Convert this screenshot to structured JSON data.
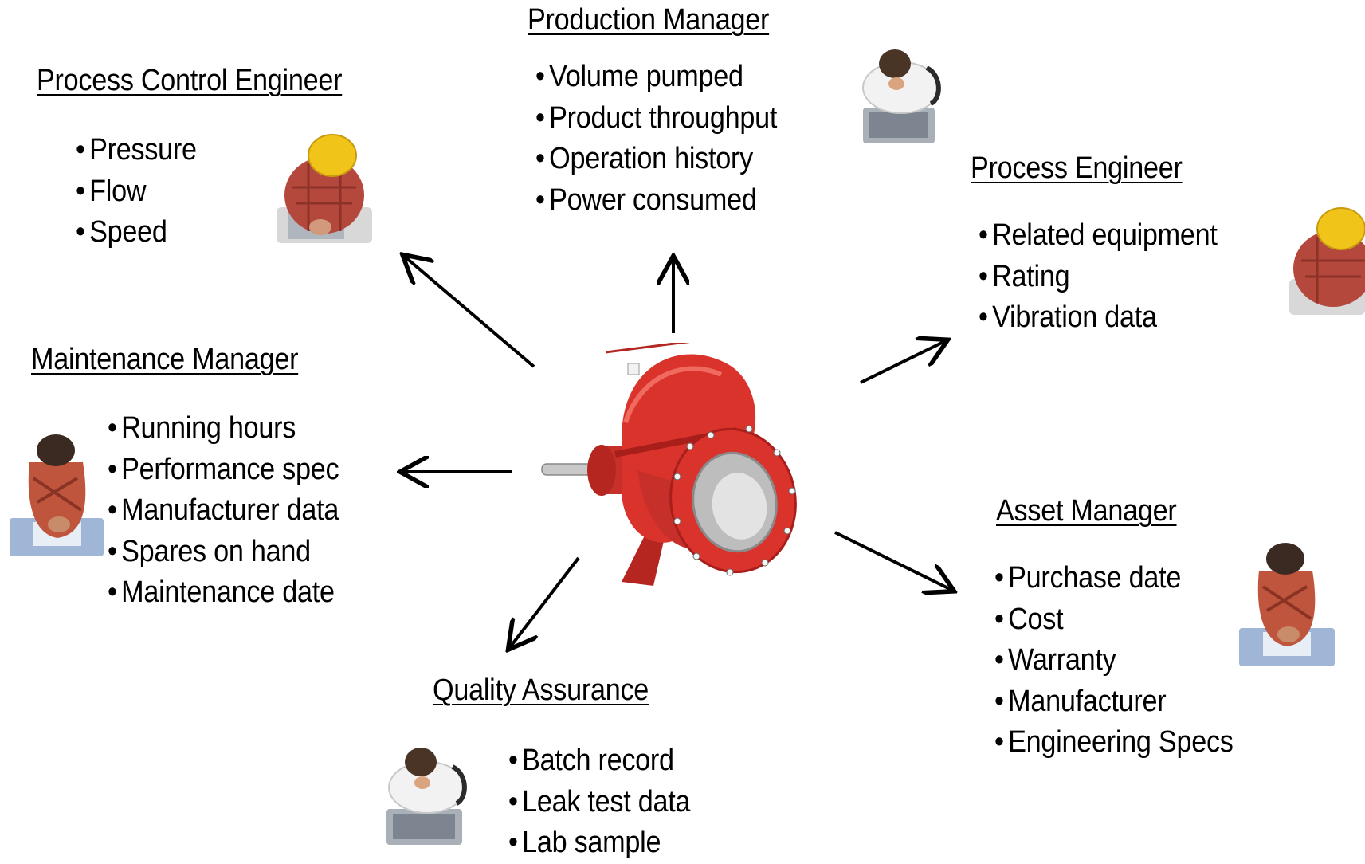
{
  "roles": {
    "production_manager": {
      "title": "Production Manager",
      "items": [
        "Volume pumped",
        "Product throughput",
        "Operation history",
        "Power consumed"
      ]
    },
    "process_control_engineer": {
      "title": "Process Control Engineer",
      "items": [
        "Pressure",
        "Flow",
        "Speed"
      ]
    },
    "process_engineer": {
      "title": "Process Engineer",
      "items": [
        "Related equipment",
        "Rating",
        "Vibration data"
      ]
    },
    "maintenance_manager": {
      "title": "Maintenance Manager",
      "items": [
        "Running hours",
        "Performance spec",
        "Manufacturer data",
        "Spares on hand",
        "Maintenance date"
      ]
    },
    "asset_manager": {
      "title": "Asset Manager",
      "items": [
        "Purchase date",
        "Cost",
        "Warranty",
        "Manufacturer",
        "Engineering Specs"
      ]
    },
    "quality_assurance": {
      "title": "Quality Assurance",
      "items": [
        "Batch record",
        "Leak test data",
        "Lab sample"
      ]
    }
  },
  "colors": {
    "pump_red": "#d9332c",
    "pump_dark": "#a81e1a",
    "hardhat": "#f0c419",
    "shirt_plaid": "#b5483c",
    "shirt_white": "#f2f2f2",
    "laptop": "#9aa3ad"
  },
  "icons": [
    "centrifugal-pump-icon",
    "worker-hardhat-icon",
    "businessman-laptop-icon",
    "technician-laptop-icon"
  ]
}
